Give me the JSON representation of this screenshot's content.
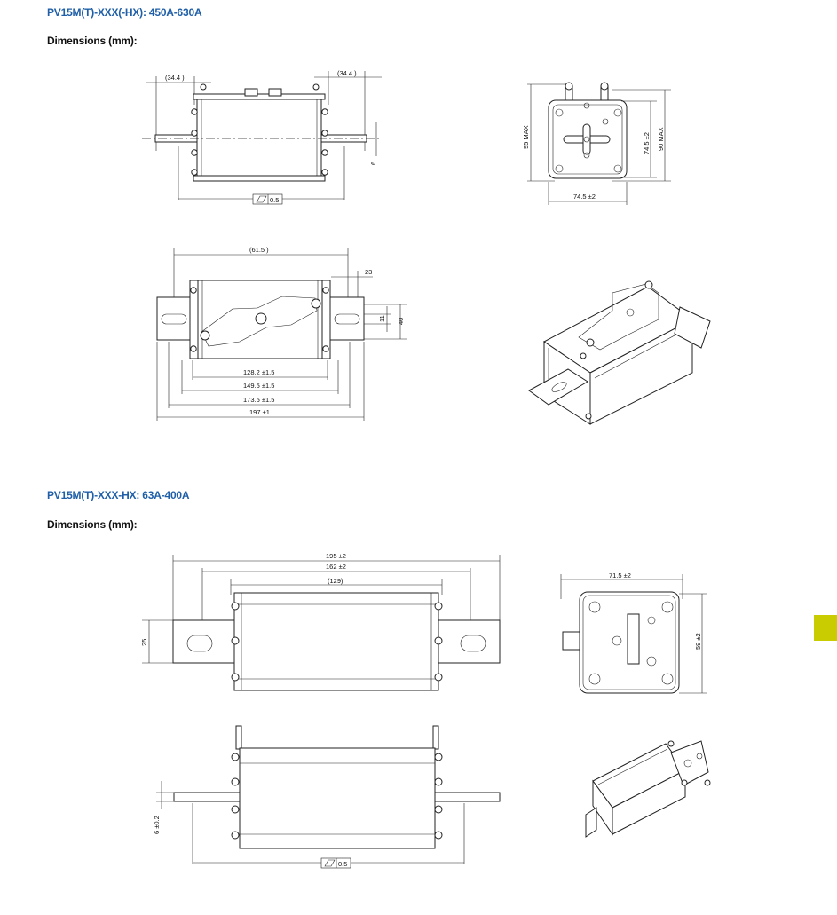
{
  "section1": {
    "title": "PV15M(T)-XXX(-HX): 450A-630A",
    "dims_label": "Dimensions (mm):",
    "side_view": {
      "left_dim": "(34.4 )",
      "right_dim": "(34.4 )",
      "thickness": "6",
      "flatness": "0.5"
    },
    "end_view": {
      "height_max": "95 MAX",
      "body_height": "74.5 ±2",
      "overall_max": "90 MAX",
      "width": "74.5 ±2"
    },
    "top_view": {
      "top_dim": "(61.5 )",
      "tab_right": "23",
      "slot": "11",
      "tab_width": "40",
      "d1": "128.2 ±1.5",
      "d2": "149.5 ±1.5",
      "d3": "173.5 ±1.5",
      "d4": "197 ±1"
    }
  },
  "section2": {
    "title": "PV15M(T)-XXX-HX: 63A-400A",
    "dims_label": "Dimensions (mm):",
    "top_view": {
      "d1": "195 ±2",
      "d2": "162 ±2",
      "d3": "(129)",
      "tab_width": "25"
    },
    "end_view": {
      "width": "71.5 ±2",
      "height": "59 ±2"
    },
    "side_view": {
      "thickness": "6 ±0.2",
      "flatness": "0.5"
    }
  },
  "colors": {
    "title": "#1f5fa8",
    "text": "#111111",
    "line": "#222222",
    "marker": "#c8cc00"
  }
}
